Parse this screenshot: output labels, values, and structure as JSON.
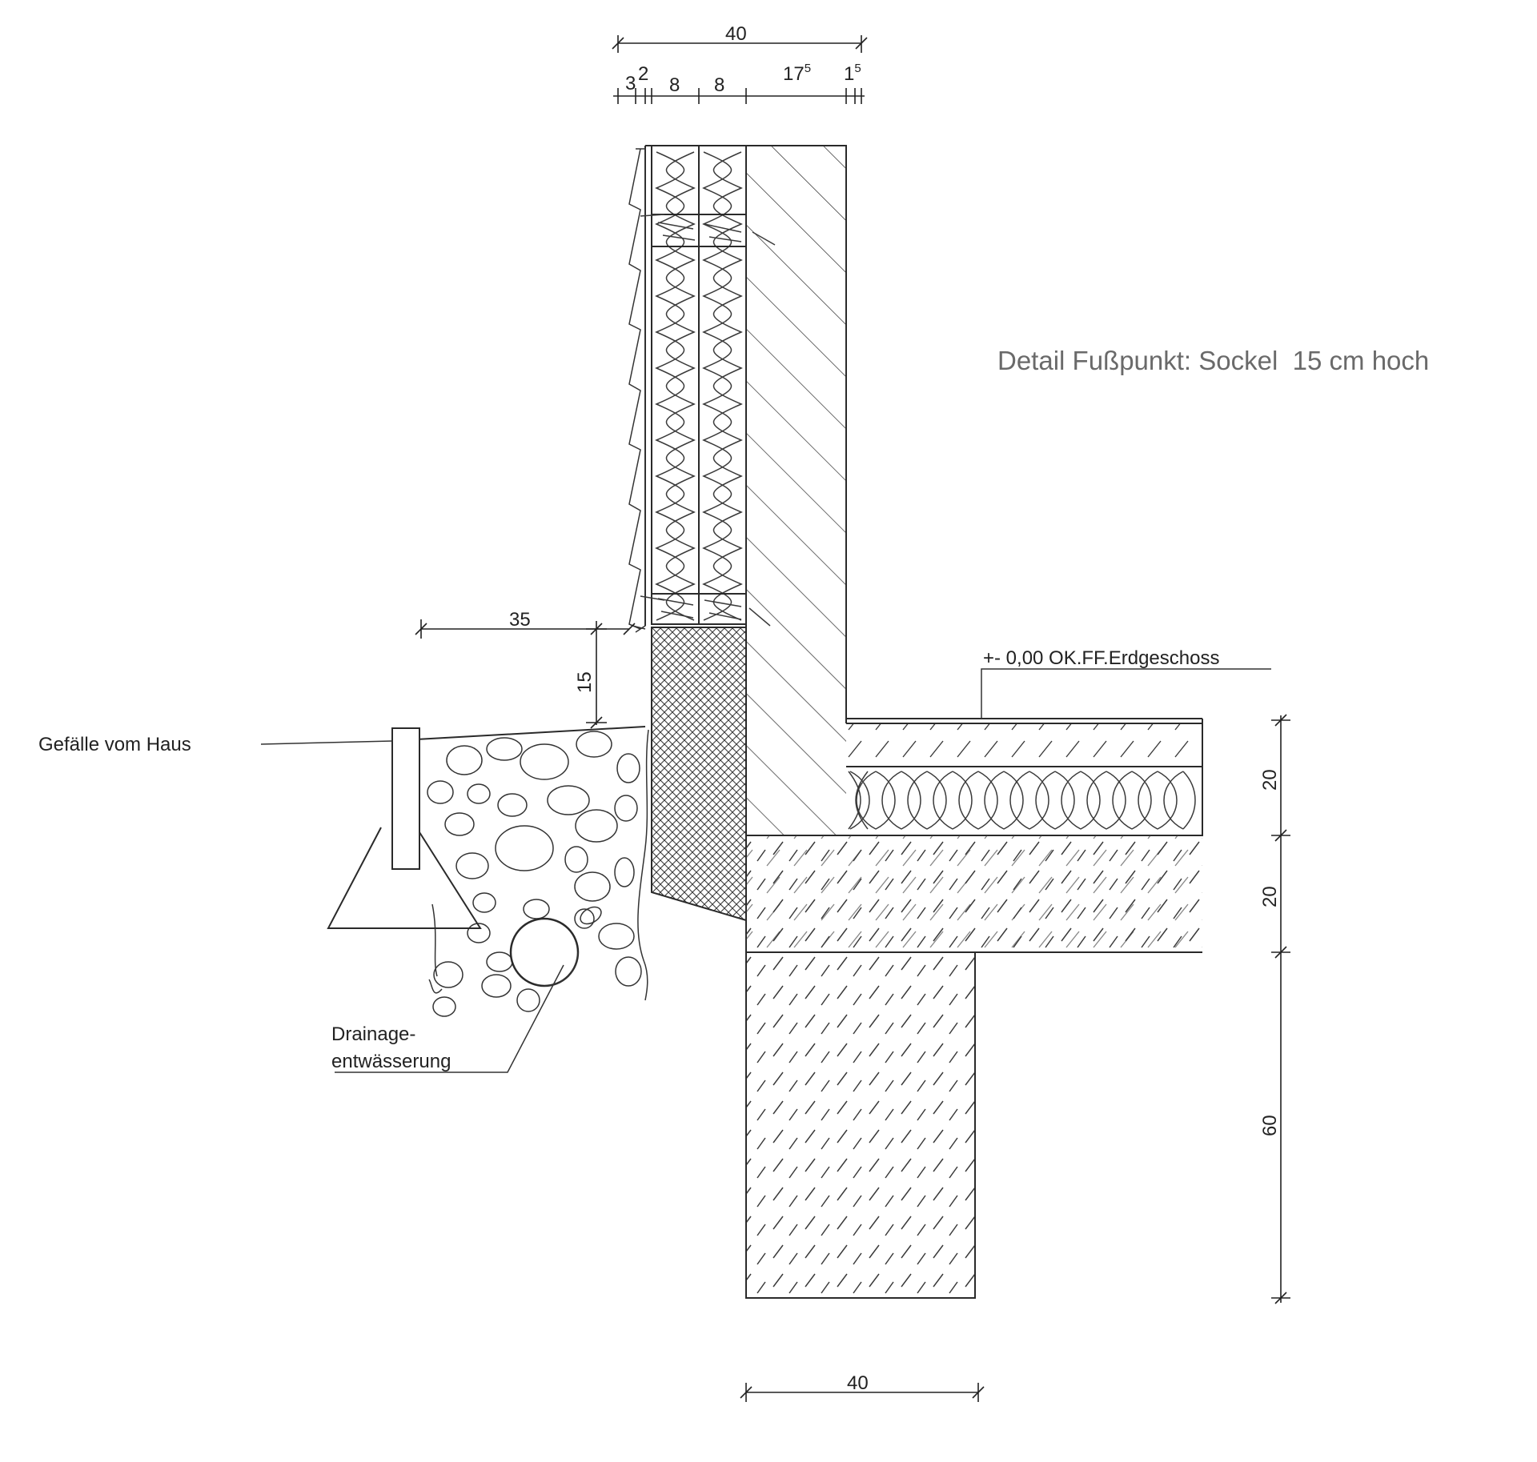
{
  "title": "Detail Fußpunkt: Sockel  15 cm hoch",
  "labels": {
    "slope": "Gefälle vom Haus",
    "drainage_line1": "Drainage-",
    "drainage_line2": "entwässerung",
    "level": "+- 0,00 OK.FF.Erdgeschoss"
  },
  "dimensions": {
    "top_total": "40",
    "top_parts": [
      "3",
      "2",
      "8",
      "8",
      "17",
      "5",
      "1",
      "5"
    ],
    "plinth_offset": "35",
    "plinth_height": "15",
    "floor_build_up": "20",
    "slab": "20",
    "foundation_depth": "60",
    "foundation_width": "40"
  }
}
